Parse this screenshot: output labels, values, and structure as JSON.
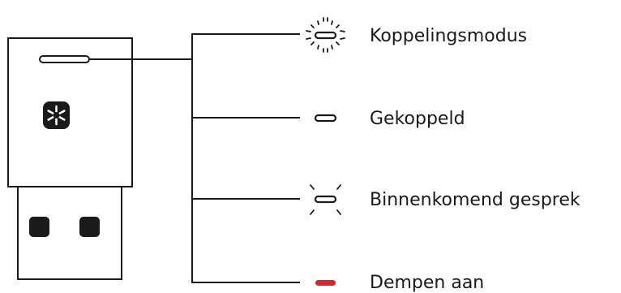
{
  "legend": {
    "items": [
      {
        "label": "Koppelingsmodus",
        "indicator": "pulsing-light-icon",
        "color": "#1a1a1a"
      },
      {
        "label": "Gekoppeld",
        "indicator": "steady-light-icon",
        "color": "#1a1a1a"
      },
      {
        "label": "Binnenkomend gesprek",
        "indicator": "blinking-light-icon",
        "color": "#1a1a1a"
      },
      {
        "label": "Dempen aan",
        "indicator": "red-light-icon",
        "color": "#e0202a"
      }
    ]
  },
  "colors": {
    "stroke": "#1a1a1a",
    "mute": "#e0202a",
    "background": "#ffffff"
  }
}
